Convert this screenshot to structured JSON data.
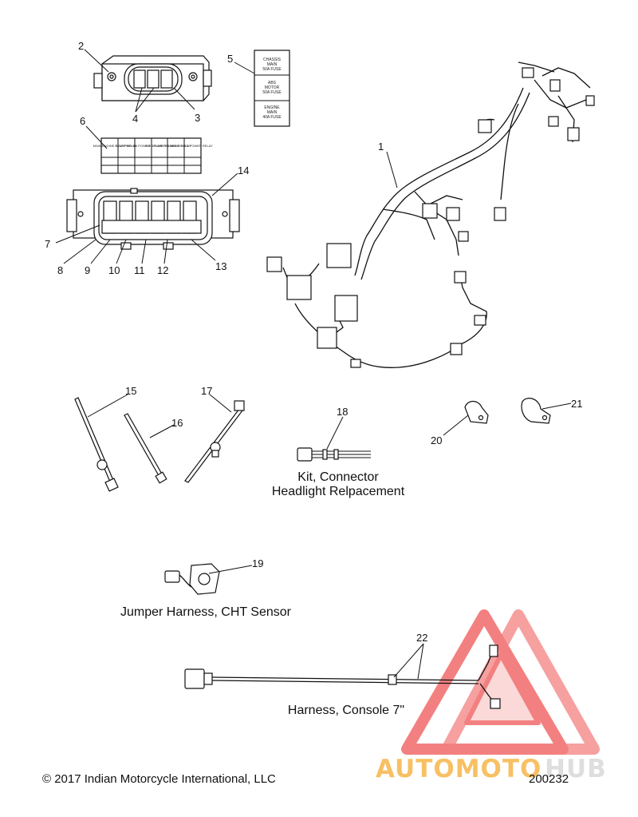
{
  "callouts": {
    "c1": "1",
    "c2": "2",
    "c3": "3",
    "c4": "4",
    "c5": "5",
    "c6": "6",
    "c7": "7",
    "c8": "8",
    "c9": "9",
    "c10": "10",
    "c11": "11",
    "c12": "12",
    "c13": "13",
    "c14": "14",
    "c15": "15",
    "c16": "16",
    "c17": "17",
    "c18": "18",
    "c19": "19",
    "c20": "20",
    "c21": "21",
    "c22": "22"
  },
  "captions": {
    "kit_line1": "Kit, Connector",
    "kit_line2": "Headlight Relpacement",
    "jumper": "Jumper Harness, CHT Sensor",
    "console": "Harness, Console 7\""
  },
  "fuse_label": {
    "line1": "CHASSIS",
    "line2": "MAIN",
    "line3": "50A FUSE",
    "line4": "ABS",
    "line5": "MOTOR",
    "line6": "50A FUSE",
    "line7": "ENGINE",
    "line8": "MAIN",
    "line9": "40A FUSE"
  },
  "relay_label": {
    "h1": "MAIN ENGINE RELAY",
    "h2": "START RELAY",
    "h3": "PWR ON POWER RELAY",
    "h4": "FUEL PUMP RELAY",
    "h5": "NOT ENGINE RELAY",
    "h6": "SWITCHED POWER RELAY"
  },
  "footer": {
    "copyright": "© 2017 Indian Motorcycle International, LLC",
    "diagram_no": "200232"
  },
  "watermark": {
    "part1": "AUTOMOTO",
    "part2": "HUB",
    "color_main": "#f26b6b",
    "color_light": "#f7b64a",
    "color_dark": "#d9d9d9"
  }
}
